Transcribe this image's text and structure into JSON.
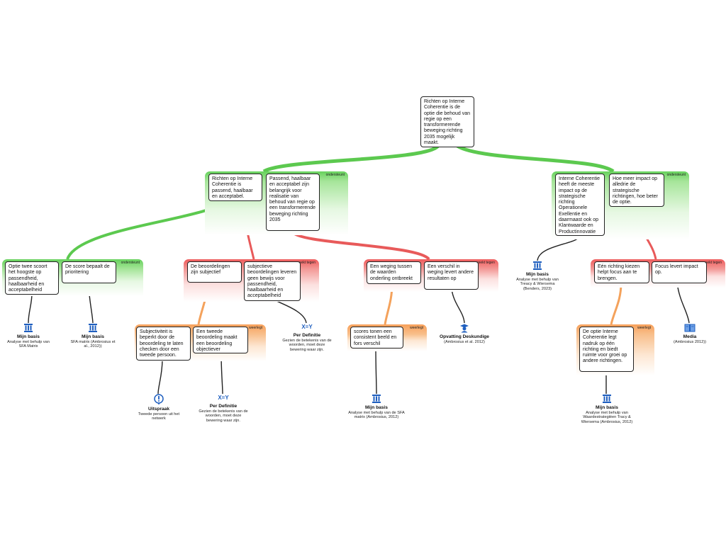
{
  "root": "Richten op Interne Coherentie is de optie die behoud van regie op een transformerende beweging richting 2035 mogelijk maakt.",
  "tags": {
    "supports": "ondersteunt",
    "opposes": "spreekt tegen",
    "rebuts": "weerlegt"
  },
  "claims": {
    "c1": "Richten op Interne Coherentie is passend, haalbaar en acceptabel.",
    "c2": "Passend, haalbaar en acceptabel zijn belangrijk voor realisatie van behoud van regie op een transformerende beweging richting 2035",
    "c3": "Interne Coherentie heeft de meeste impact op de strategische richting Operationele Exellentie en daarmaast ook op Klantwaarde en Productinnovatie",
    "c4": "Hoe meer impact op alledrie de strategische richtingen, hoe beter de optie.",
    "c5": "Optie twee scoort het hoogste op passendheid, haalbaarheid en acceptabelheid",
    "c6": "De score bepaalt de prioritering",
    "c7": "De beoordelingen zijn subjectief",
    "c8": "subjectieve beoordelingen leveren geen bewijs voor passendheid, haalbaarheid en acceptabelheid",
    "c9": "Een weging tussen de waarden onderling ontbreekt",
    "c10": "Een verschil in weging levert andere resultaten op",
    "c11": "Eén richting kiezen helpt focus aan te brengen.",
    "c12": "Focus levert impact op.",
    "c13": "Subjectiviteit is beperkt door de beoordeling te laten checken door een tweede persoon.",
    "c14": "Een tweede beoordeling maakt een beoordeling objectiever",
    "c15": "scores tonen een consistent beeld en fors verschil",
    "c16": "De optie Interne Coherentie legt nadruk op één richting en biedt ruimte voor groei op andere richtingen."
  },
  "bases": {
    "b1": {
      "title": "Mijn basis",
      "desc": "Analyse met behulp van SFA Matrix",
      "icon": "pillar-icon"
    },
    "b2": {
      "title": "Mijn basis",
      "desc": "SFA matrix (Ambrosius et al., 2012))",
      "icon": "pillar-icon"
    },
    "b3": {
      "title": "Mijn basis",
      "desc": "Analyse met behulp van Treacy & Wiersema (Benders, 2023)",
      "icon": "pillar-icon"
    },
    "b4": {
      "title": "Per Definitie",
      "desc": "Gezien de betekenis van de woorden, moet deze bewering waar zijn.",
      "icon": "definition-icon",
      "glyph": "X=Y"
    },
    "b5": {
      "title": "Opvatting Deskundige",
      "desc": "(Ambrosius et al. 2012)",
      "icon": "expert-icon"
    },
    "b6": {
      "title": "Media",
      "desc": "(Ambrosius 2012))",
      "icon": "book-icon"
    },
    "b7": {
      "title": "Uitspraak",
      "desc": "Tweede persoon uit het netwerk",
      "icon": "exclamation-icon"
    },
    "b8": {
      "title": "Per Definitie",
      "desc": "Gezien de betekenis van de woorden, moet deze bewering waar zijn.",
      "icon": "definition-icon",
      "glyph": "X=Y"
    },
    "b9": {
      "title": "Mijn basis",
      "desc": "Analyse met behulp van de SFA matrix (Ambrosius, 2012)",
      "icon": "pillar-icon"
    },
    "b10": {
      "title": "Mijn basis",
      "desc": "Analyse met behulp van Waardestrategiëen Tracy & Wiersema (Ambrosius, 2012)",
      "icon": "pillar-icon"
    }
  },
  "colors": {
    "support": "#5cc94f",
    "oppose": "#e85a5a",
    "rebut": "#f4a25c",
    "outline": "#222222",
    "icon": "#1f5fbf"
  }
}
